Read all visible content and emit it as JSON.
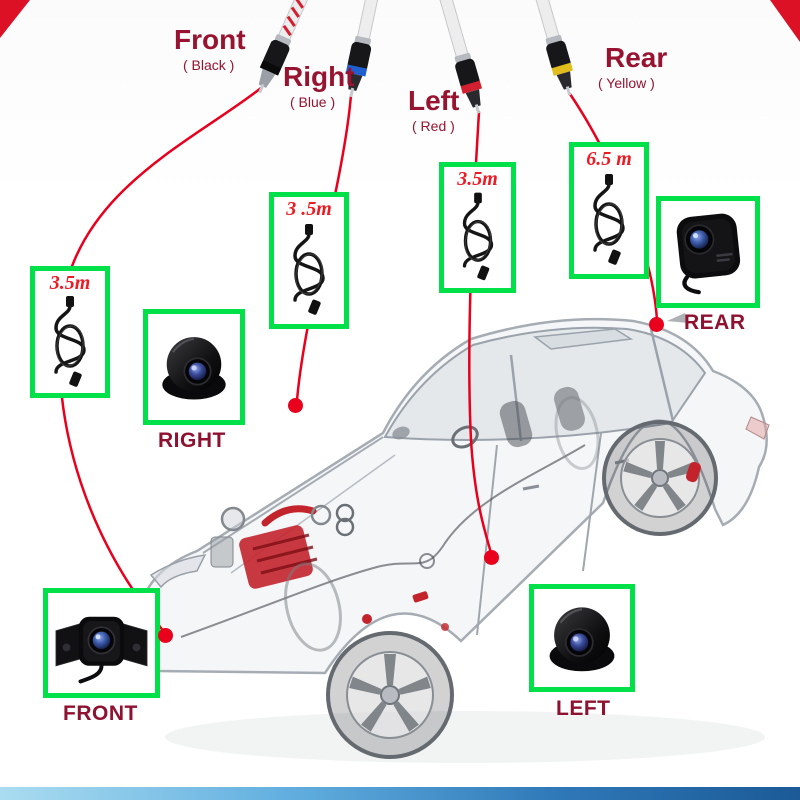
{
  "connectors": [
    {
      "name": "Front",
      "color_note": "( Black )"
    },
    {
      "name": "Right",
      "color_note": "( Blue )"
    },
    {
      "name": "Left",
      "color_note": "( Red )"
    },
    {
      "name": "Rear",
      "color_note": "( Yellow )"
    }
  ],
  "cables": [
    {
      "length": "3.5m"
    },
    {
      "length": "3 .5m"
    },
    {
      "length": "3.5m"
    },
    {
      "length": "6.5 m"
    }
  ],
  "cameras": [
    {
      "label": "RIGHT"
    },
    {
      "label": "REAR"
    },
    {
      "label": "FRONT"
    },
    {
      "label": "LEFT"
    }
  ],
  "colors": {
    "box_green": "#00e048",
    "cable_red": "#e8001d",
    "label_maroon": "#97132f",
    "length_red": "#ed1c24",
    "tip_black": "#0a0a0a",
    "tip_blue": "#1f5fd0",
    "tip_red": "#d02030",
    "tip_yellow": "#e0bc1c",
    "bottom_bar_left": "#aadcf0",
    "bottom_bar_right": "#1b5a96"
  }
}
